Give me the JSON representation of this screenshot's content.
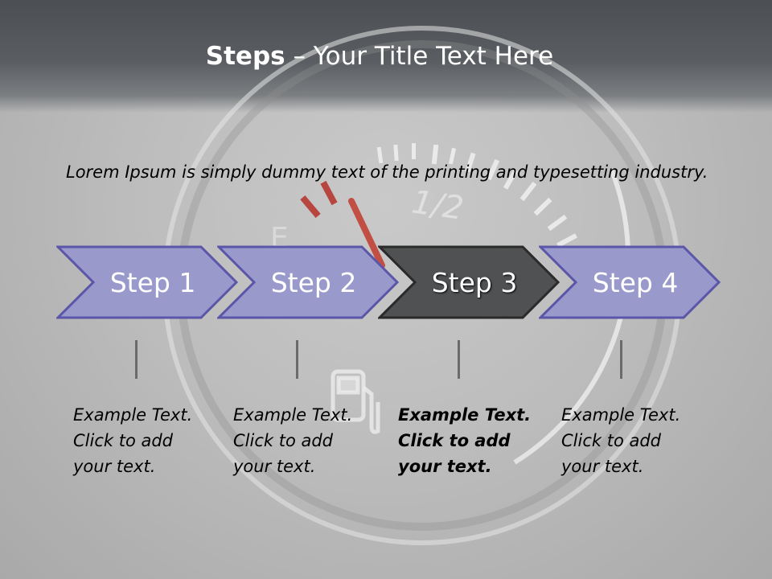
{
  "title": {
    "bold": "Steps",
    "rest": " – Your Title Text Here"
  },
  "intro": "Lorem Ipsum is simply dummy text of the printing and typesetting industry.",
  "gauge": {
    "half_label": "1/2",
    "empty_label": "E"
  },
  "colors": {
    "chevron_fill": "#9999cc",
    "chevron_border": "#5b56a8",
    "active_fill": "#4f5153",
    "active_border": "#2a2a2a"
  },
  "steps": [
    {
      "label": "Step 1",
      "lines": [
        "Example Text.",
        "Click  to add",
        "your text."
      ],
      "active": false
    },
    {
      "label": "Step 2",
      "lines": [
        "Example Text.",
        "Click  to add",
        "your text."
      ],
      "active": false
    },
    {
      "label": "Step 3",
      "lines": [
        "Example Text.",
        "Click  to add",
        "your text."
      ],
      "active": true
    },
    {
      "label": "Step 4",
      "lines": [
        "Example Text.",
        "Click  to add",
        "your text."
      ],
      "active": false
    }
  ]
}
